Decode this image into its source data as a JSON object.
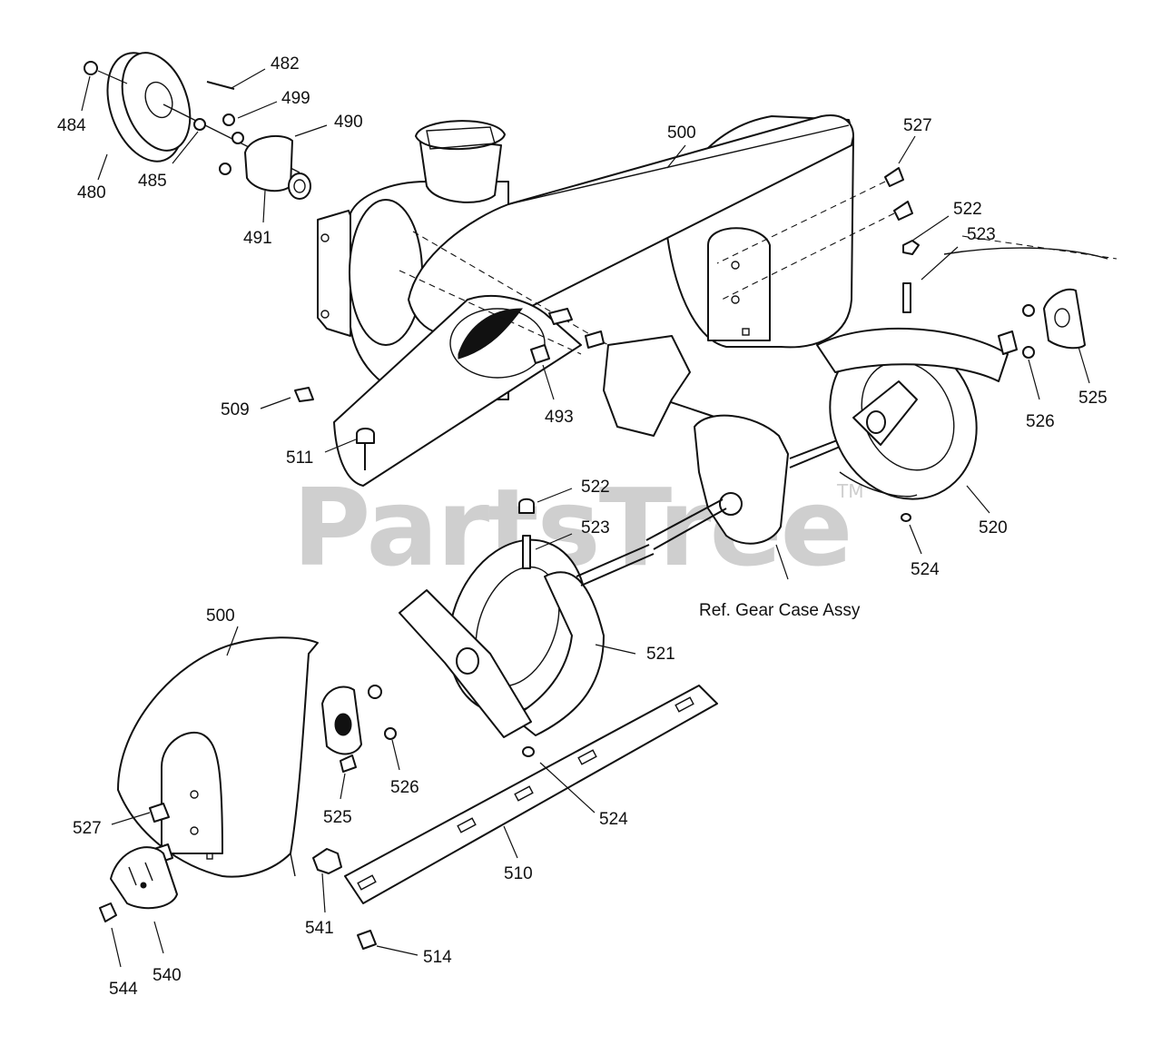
{
  "watermark": {
    "text": "PartsTree",
    "trademark": "TM"
  },
  "reference_label": "Ref. Gear Case Assy",
  "callouts": [
    {
      "id": "c482",
      "text": "482"
    },
    {
      "id": "c484",
      "text": "484"
    },
    {
      "id": "c499",
      "text": "499"
    },
    {
      "id": "c490",
      "text": "490"
    },
    {
      "id": "c480",
      "text": "480"
    },
    {
      "id": "c485",
      "text": "485"
    },
    {
      "id": "c491",
      "text": "491"
    },
    {
      "id": "c500a",
      "text": "500"
    },
    {
      "id": "c527a",
      "text": "527"
    },
    {
      "id": "c522a",
      "text": "522"
    },
    {
      "id": "c523a",
      "text": "523"
    },
    {
      "id": "c525a",
      "text": "525"
    },
    {
      "id": "c526a",
      "text": "526"
    },
    {
      "id": "c509",
      "text": "509"
    },
    {
      "id": "c493",
      "text": "493"
    },
    {
      "id": "c511",
      "text": "511"
    },
    {
      "id": "c520",
      "text": "520"
    },
    {
      "id": "c522b",
      "text": "522"
    },
    {
      "id": "c523b",
      "text": "523"
    },
    {
      "id": "c524a",
      "text": "524"
    },
    {
      "id": "c500b",
      "text": "500"
    },
    {
      "id": "c521",
      "text": "521"
    },
    {
      "id": "c526b",
      "text": "526"
    },
    {
      "id": "c525b",
      "text": "525"
    },
    {
      "id": "c524b",
      "text": "524"
    },
    {
      "id": "c527b",
      "text": "527"
    },
    {
      "id": "c510",
      "text": "510"
    },
    {
      "id": "c541",
      "text": "541"
    },
    {
      "id": "c540",
      "text": "540"
    },
    {
      "id": "c544",
      "text": "544"
    },
    {
      "id": "c514",
      "text": "514"
    }
  ]
}
